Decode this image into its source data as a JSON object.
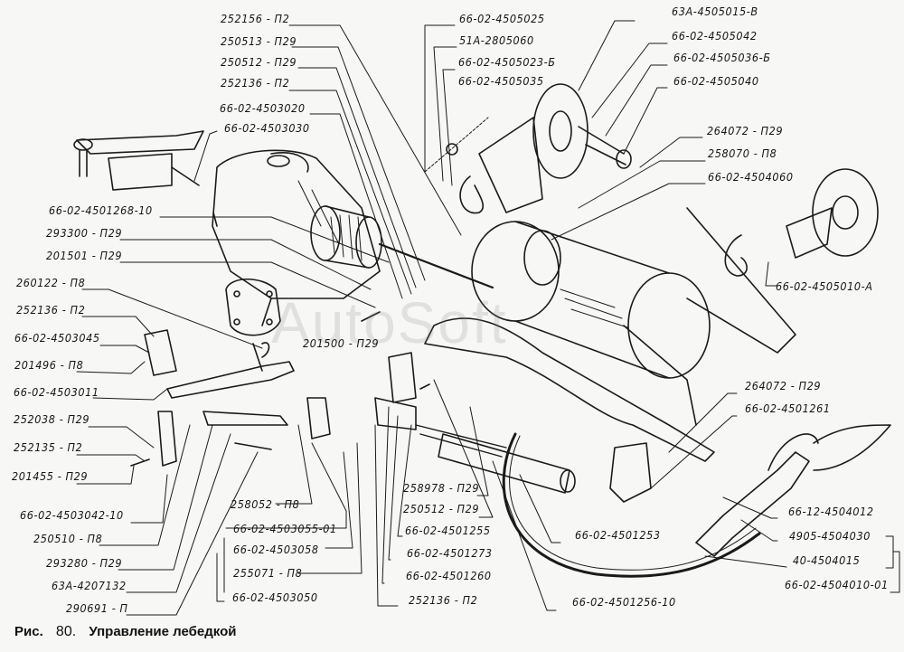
{
  "figure": {
    "caption_prefix": "Рис.",
    "caption_number": "80.",
    "caption_title": "Управление лебедкой",
    "watermark": "AutoSoft"
  },
  "callouts": [
    {
      "id": "252156-p2",
      "text": "252156 - П2"
    },
    {
      "id": "250513-p29",
      "text": "250513 - П29"
    },
    {
      "id": "250512-p29-top",
      "text": "250512 - П29"
    },
    {
      "id": "252136-p2-top",
      "text": "252136 - П2"
    },
    {
      "id": "66-02-4503020",
      "text": "66-02-4503020"
    },
    {
      "id": "66-02-4503030",
      "text": "66-02-4503030"
    },
    {
      "id": "66-02-4505025",
      "text": "66-02-4505025"
    },
    {
      "id": "51a-2805060",
      "text": "51А-2805060"
    },
    {
      "id": "66-02-4505023-b",
      "text": "66-02-4505023-Б"
    },
    {
      "id": "66-02-4505035",
      "text": "66-02-4505035"
    },
    {
      "id": "63a-4505015-v",
      "text": "63А-4505015-В"
    },
    {
      "id": "66-02-4505042",
      "text": "66-02-4505042"
    },
    {
      "id": "66-02-4505036-b",
      "text": "66-02-4505036-Б"
    },
    {
      "id": "66-02-4505040",
      "text": "66-02-4505040"
    },
    {
      "id": "264072-p29-top",
      "text": "264072 - П29"
    },
    {
      "id": "258070-p8",
      "text": "258070 - П8"
    },
    {
      "id": "66-02-4504060",
      "text": "66-02-4504060"
    },
    {
      "id": "66-02-4501268-10",
      "text": "66-02-4501268-10"
    },
    {
      "id": "293300-p29",
      "text": "293300 - П29"
    },
    {
      "id": "201501-p29",
      "text": "201501 - П29"
    },
    {
      "id": "260122-p8",
      "text": "260122 - П8"
    },
    {
      "id": "252136-p2-left",
      "text": "252136 - П2"
    },
    {
      "id": "66-02-4503045",
      "text": "66-02-4503045"
    },
    {
      "id": "201496-p8",
      "text": "201496 - П8"
    },
    {
      "id": "66-02-4503011",
      "text": "66-02-4503011"
    },
    {
      "id": "252038-p29",
      "text": "252038 - П29"
    },
    {
      "id": "252135-p2",
      "text": "252135 - П2"
    },
    {
      "id": "201455-p29",
      "text": "201455 - П29"
    },
    {
      "id": "66-02-4503042-10",
      "text": "66-02-4503042-10"
    },
    {
      "id": "250510-p8",
      "text": "250510 - П8"
    },
    {
      "id": "293280-p29",
      "text": "293280 - П29"
    },
    {
      "id": "63a-4207132",
      "text": "63А-4207132"
    },
    {
      "id": "290691-p",
      "text": "290691 - П"
    },
    {
      "id": "201500-p29",
      "text": "201500 - П29"
    },
    {
      "id": "258052-p8",
      "text": "258052 - П8"
    },
    {
      "id": "66-02-4503055-01",
      "text": "66-02-4503055-01"
    },
    {
      "id": "66-02-4503058",
      "text": "66-02-4503058"
    },
    {
      "id": "255071-p8",
      "text": "255071 - П8"
    },
    {
      "id": "66-02-4503050",
      "text": "66-02-4503050"
    },
    {
      "id": "258978-p29",
      "text": "258978 - П29"
    },
    {
      "id": "250512-p29-bottom",
      "text": "250512 - П29"
    },
    {
      "id": "66-02-4501255",
      "text": "66-02-4501255"
    },
    {
      "id": "66-02-4501273",
      "text": "66-02-4501273"
    },
    {
      "id": "66-02-4501260",
      "text": "66-02-4501260"
    },
    {
      "id": "252136-p2-bottom",
      "text": "252136 - П2"
    },
    {
      "id": "66-02-4501253",
      "text": "66-02-4501253"
    },
    {
      "id": "66-02-4501256-10",
      "text": "66-02-4501256-10"
    },
    {
      "id": "66-02-4505010-a",
      "text": "66-02-4505010-А"
    },
    {
      "id": "264072-p29-right",
      "text": "264072 - П29"
    },
    {
      "id": "66-02-4501261",
      "text": "66-02-4501261"
    },
    {
      "id": "66-12-4504012",
      "text": "66-12-4504012"
    },
    {
      "id": "4905-4504030",
      "text": "4905-4504030"
    },
    {
      "id": "40-4504015",
      "text": "40-4504015"
    },
    {
      "id": "66-02-4504010-01",
      "text": "66-02-4504010-01"
    }
  ]
}
